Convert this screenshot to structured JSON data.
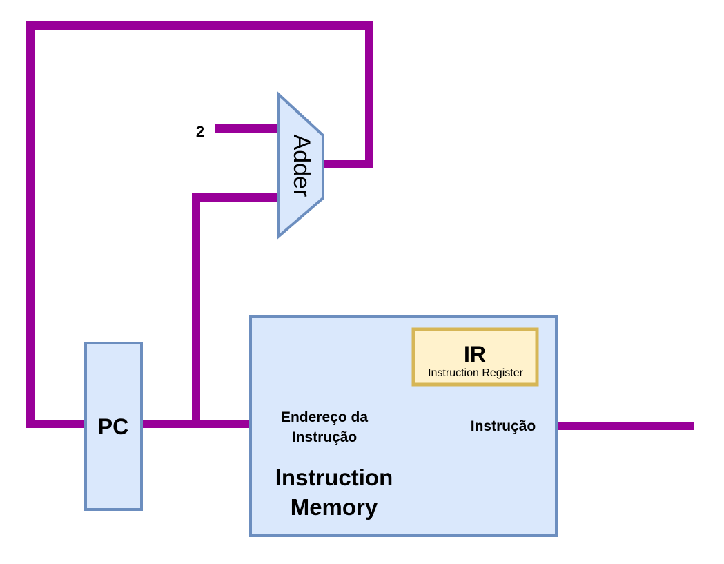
{
  "diagram": {
    "constant_input": "2",
    "adder_label": "Adder",
    "pc_label": "PC",
    "instruction_memory": {
      "title_line1": "Instruction",
      "title_line2": "Memory",
      "address_port_line1": "Endereço da",
      "address_port_line2": "Instrução",
      "output_port": "Instrução"
    },
    "ir": {
      "label": "IR",
      "sublabel": "Instruction Register"
    },
    "colors": {
      "wire": "#990099",
      "block_fill": "#dae8fc",
      "block_stroke": "#6c8ebf",
      "ir_fill": "#fff2cc",
      "ir_stroke": "#d6b656"
    }
  }
}
